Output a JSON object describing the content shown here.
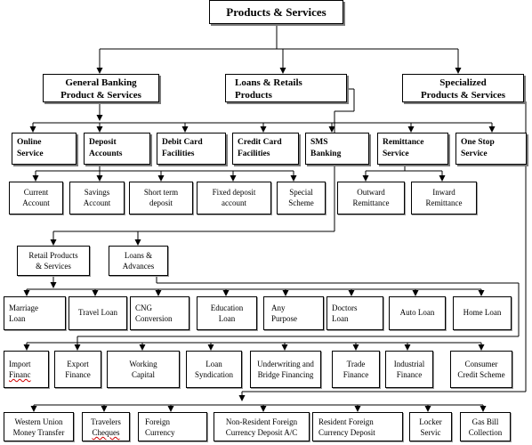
{
  "title": "Products & Services",
  "level1": [
    {
      "lines": [
        "General Banking",
        "Product & Services"
      ]
    },
    {
      "lines": [
        "Loans & Retails",
        "Products"
      ]
    },
    {
      "lines": [
        "Specialized",
        "Products & Services"
      ]
    }
  ],
  "general_banking": [
    {
      "lines": [
        "Online",
        "Service"
      ]
    },
    {
      "lines": [
        "Deposit",
        "Accounts"
      ]
    },
    {
      "lines": [
        "Debit Card",
        "Facilities"
      ]
    },
    {
      "lines": [
        "Credit Card",
        "Facilities"
      ]
    },
    {
      "lines": [
        "SMS",
        "Banking"
      ]
    },
    {
      "lines": [
        "Remittance",
        "Service"
      ]
    },
    {
      "lines": [
        "One Stop",
        "Service"
      ]
    }
  ],
  "deposit_accounts": [
    {
      "lines": [
        "Current",
        "Account"
      ]
    },
    {
      "lines": [
        "Savings",
        "Account"
      ]
    },
    {
      "lines": [
        "Short term",
        "deposit"
      ]
    },
    {
      "lines": [
        "Fixed deposit",
        "account"
      ]
    },
    {
      "lines": [
        "Special",
        "Scheme"
      ]
    }
  ],
  "remittance": [
    {
      "lines": [
        "Outward",
        "Remittance"
      ]
    },
    {
      "lines": [
        "Inward",
        "Remittance"
      ]
    }
  ],
  "loans_retail": [
    {
      "lines": [
        "Retail Products",
        "& Services"
      ]
    },
    {
      "lines": [
        "Loans &",
        "Advances"
      ]
    }
  ],
  "retail_products": [
    {
      "lines": [
        "Marriage",
        "Loan"
      ]
    },
    {
      "lines": [
        "Travel Loan"
      ]
    },
    {
      "lines": [
        "CNG",
        "Conversion"
      ]
    },
    {
      "lines": [
        "Education",
        "Loan"
      ]
    },
    {
      "lines": [
        "Any",
        "Purpose"
      ]
    },
    {
      "lines": [
        "Doctors",
        "Loan"
      ]
    },
    {
      "lines": [
        "Auto Loan"
      ]
    },
    {
      "lines": [
        "Home Loan"
      ]
    }
  ],
  "loans_advances": [
    {
      "lines": [
        "Import",
        "Financ"
      ]
    },
    {
      "lines": [
        "Export",
        "Finance"
      ]
    },
    {
      "lines": [
        "Working",
        "Capital"
      ]
    },
    {
      "lines": [
        "Loan",
        "Syndication"
      ]
    },
    {
      "lines": [
        "Underwriting and",
        "Bridge Financing"
      ]
    },
    {
      "lines": [
        "Trade",
        "Finance"
      ]
    },
    {
      "lines": [
        "Industrial",
        "Finance"
      ]
    },
    {
      "lines": [
        "Consumer",
        "Credit Scheme"
      ]
    }
  ],
  "specialized": [
    {
      "lines": [
        "Western Union",
        "Money Transfer"
      ]
    },
    {
      "lines": [
        "Travelers",
        "Cheques"
      ]
    },
    {
      "lines": [
        "Foreign",
        "Currency"
      ]
    },
    {
      "lines": [
        "Non-Resident Foreign",
        "Currency Deposit A/C"
      ]
    },
    {
      "lines": [
        "Resident Foreign",
        "Currency Deposit"
      ]
    },
    {
      "lines": [
        "Locker",
        "Servic"
      ]
    },
    {
      "lines": [
        "Gas Bill",
        "Collection"
      ]
    }
  ]
}
